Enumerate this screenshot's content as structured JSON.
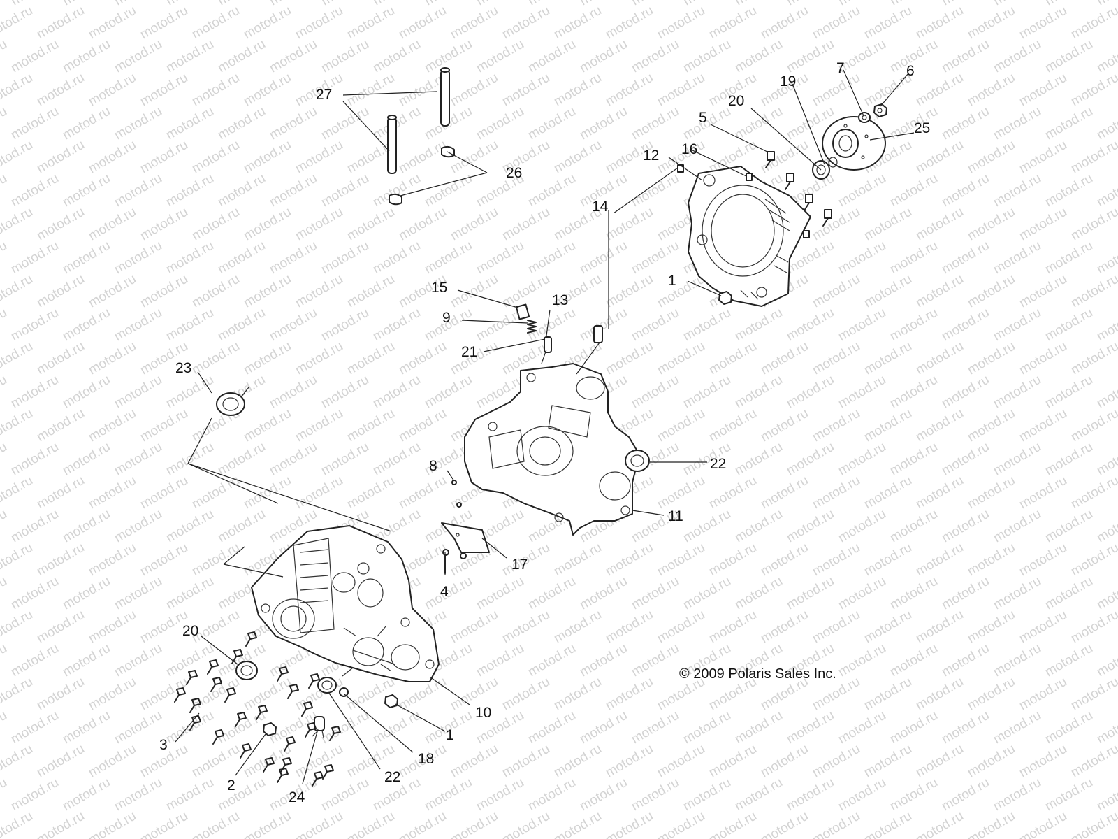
{
  "watermark": {
    "text": "motod.ru"
  },
  "copyright": "© 2009 Polaris Sales Inc.",
  "callouts": {
    "c1a": "1",
    "c1b": "1",
    "c2": "2",
    "c3": "3",
    "c4": "4",
    "c5": "5",
    "c6": "6",
    "c7": "7",
    "c8": "8",
    "c9": "9",
    "c10": "10",
    "c11": "11",
    "c12": "12",
    "c13": "13",
    "c14": "14",
    "c15": "15",
    "c16": "16",
    "c17": "17",
    "c18": "18",
    "c19": "19",
    "c20a": "20",
    "c20b": "20",
    "c21": "21",
    "c22a": "22",
    "c22b": "22",
    "c23": "23",
    "c24": "24",
    "c25": "25",
    "c26": "26",
    "c27": "27"
  },
  "colors": {
    "line": "#222222",
    "watermark": "#d3d3d3",
    "background": "#ffffff"
  }
}
